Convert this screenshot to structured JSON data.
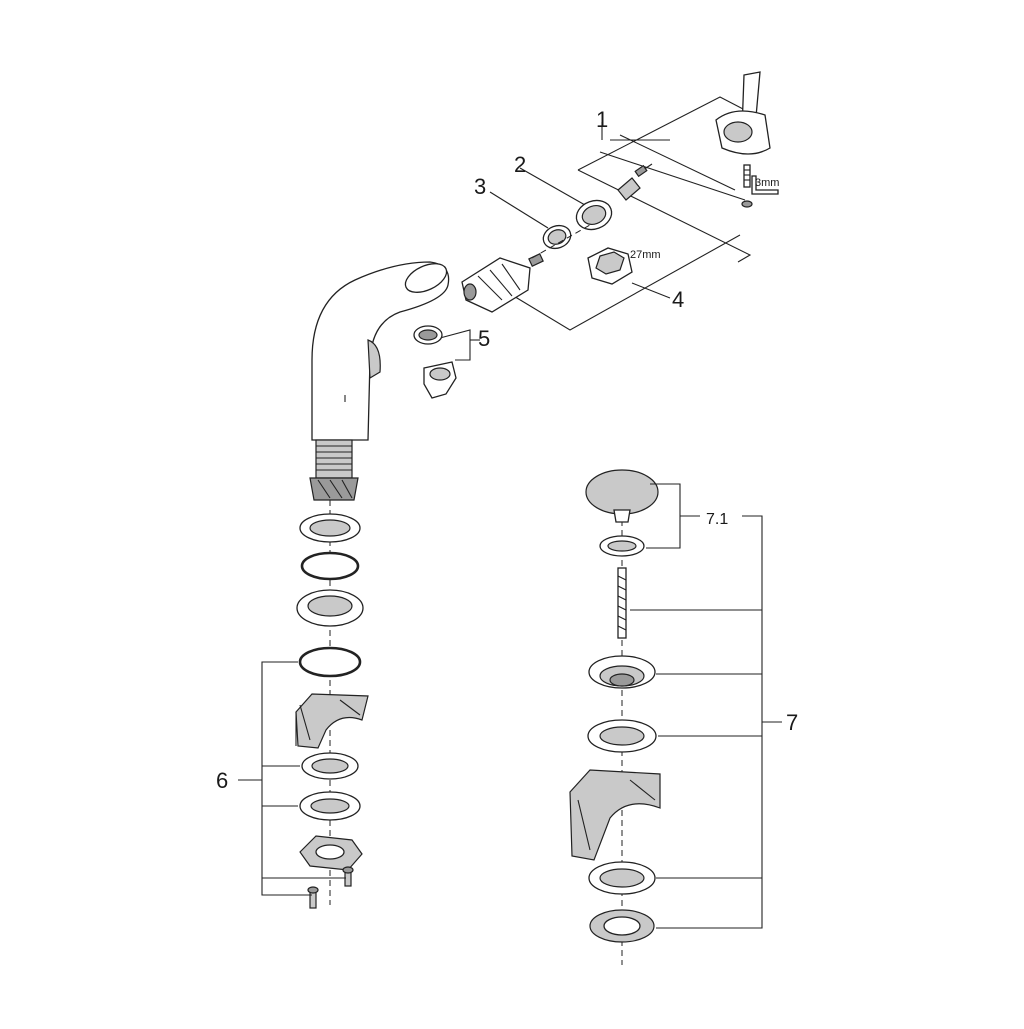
{
  "callouts": {
    "c1": "1",
    "c2": "2",
    "c3": "3",
    "c4": "4",
    "c5": "5",
    "c6": "6",
    "c7": "7",
    "c71": "7.1"
  },
  "dimensions": {
    "hex_wrench": "27mm",
    "allen_key": "3mm"
  }
}
